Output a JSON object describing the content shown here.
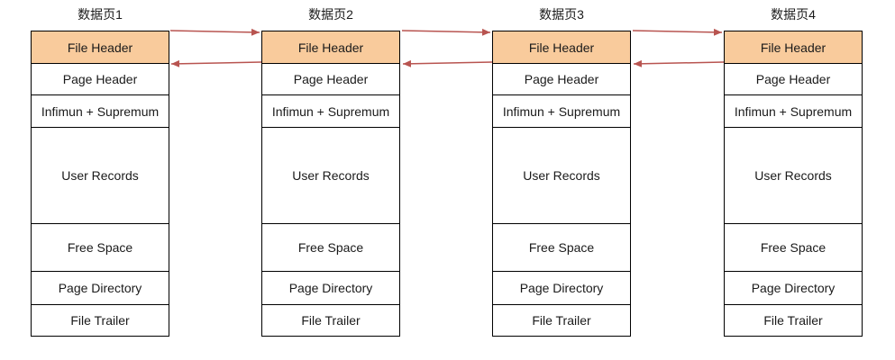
{
  "pages": [
    {
      "title": "数据页1",
      "sections": [
        "File Header",
        "Page Header",
        "Infimun + Supremum",
        "User Records",
        "Free Space",
        "Page Directory",
        "File Trailer"
      ]
    },
    {
      "title": "数据页2",
      "sections": [
        "File Header",
        "Page Header",
        "Infimun + Supremum",
        "User Records",
        "Free Space",
        "Page Directory",
        "File Trailer"
      ]
    },
    {
      "title": "数据页3",
      "sections": [
        "File Header",
        "Page Header",
        "Infimun + Supremum",
        "User Records",
        "Free Space",
        "Page Directory",
        "File Trailer"
      ]
    },
    {
      "title": "数据页4",
      "sections": [
        "File Header",
        "Page Header",
        "Infimun + Supremum",
        "User Records",
        "Free Space",
        "Page Directory",
        "File Trailer"
      ]
    }
  ],
  "colors": {
    "header_fill": "#f9cb9c",
    "arrow": "#b85450",
    "border": "#000000"
  }
}
